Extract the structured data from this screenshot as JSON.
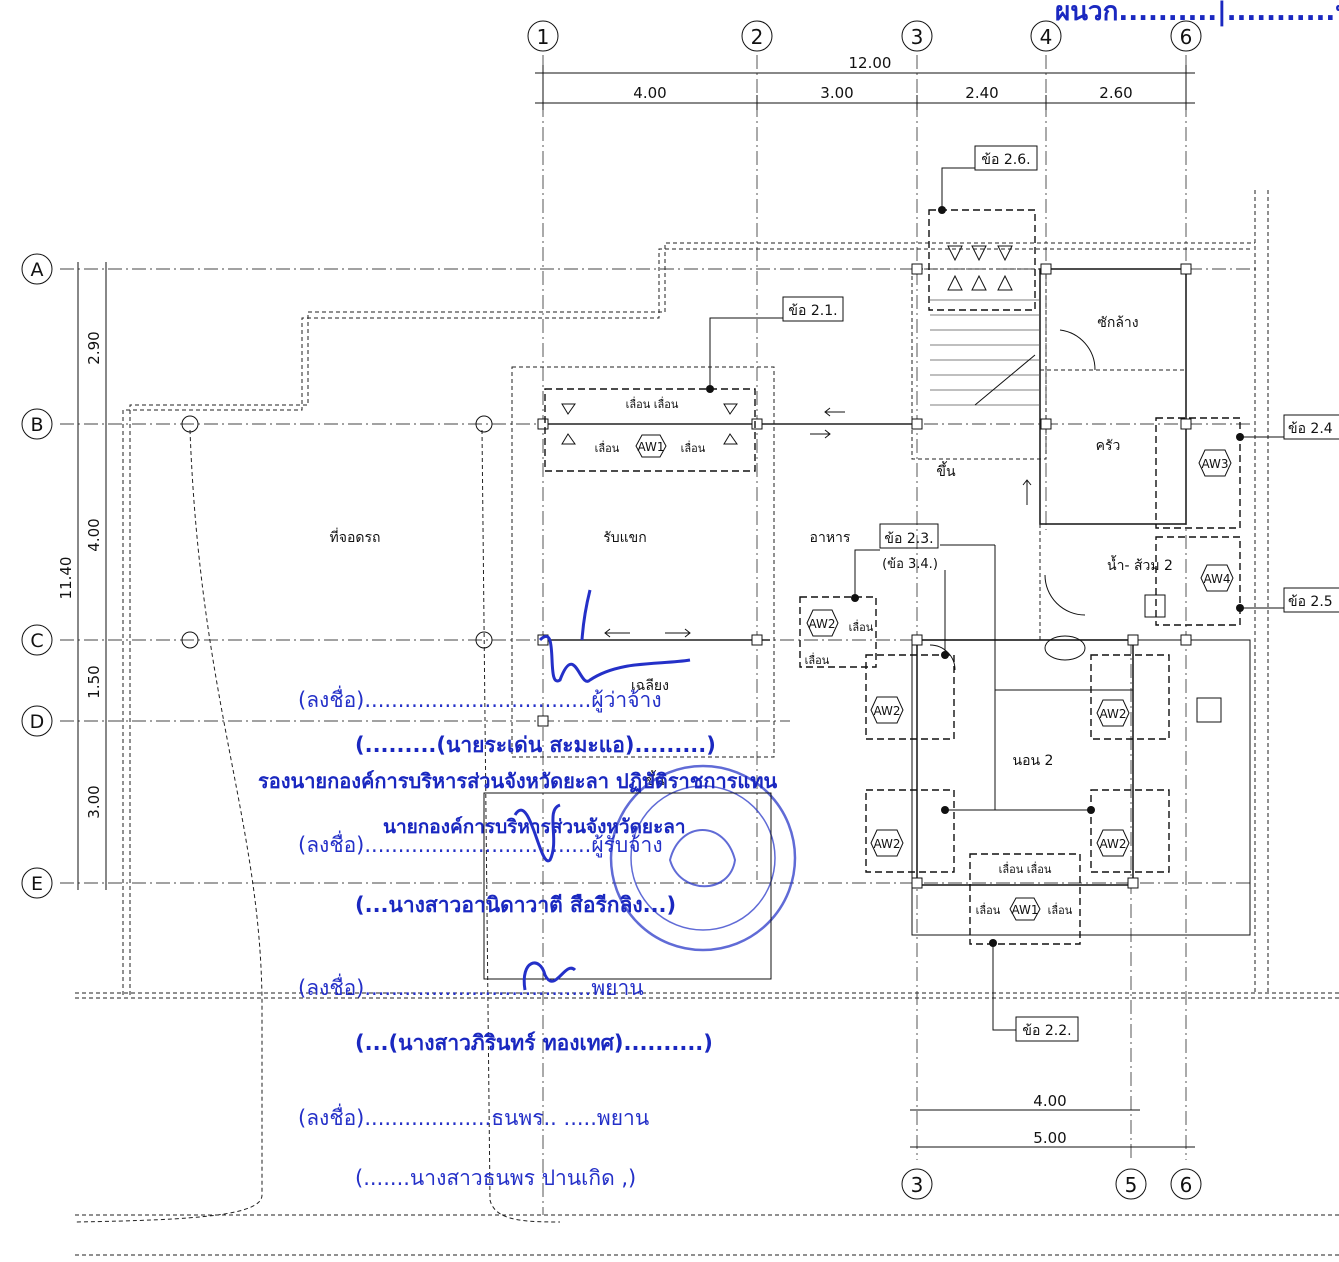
{
  "header": {
    "text": "ผนวก..........|...........หน้า"
  },
  "grid": {
    "columns_top": [
      "1",
      "2",
      "3",
      "4",
      "6"
    ],
    "columns_bottom": [
      "3",
      "5",
      "6"
    ],
    "rows": [
      "A",
      "B",
      "C",
      "D",
      "E"
    ]
  },
  "dimensions": {
    "top_total": "12.00",
    "top_segments": [
      "4.00",
      "3.00",
      "2.40",
      "2.60"
    ],
    "left_total": "11.40",
    "left_segments": [
      "2.90",
      "4.00",
      "1.50",
      "3.00"
    ],
    "bottom": [
      "4.00",
      "5.00"
    ]
  },
  "rooms": {
    "parking": "ที่จอดรถ",
    "living": "รับแขก",
    "dining": "อาหาร",
    "laundry": "ซักล้าง",
    "kitchen": "ครัว",
    "bath": "น้ำ- ส้วม 2",
    "porch": "เฉลียง",
    "bedroom": "นอน 2",
    "stair_up": "ขึ้น",
    "stair_up2": "ขึ้น"
  },
  "callouts": [
    "ข้อ 2.6.",
    "ข้อ 2.1.",
    "ข้อ 2.3.",
    "(ข้อ 3.4.)",
    "ข้อ 2.4",
    "ข้อ 2.5",
    "ข้อ 2.2."
  ],
  "window_tags": [
    "AW1",
    "AW2",
    "AW3",
    "AW4"
  ],
  "window_labels": {
    "slide": "เลื่อน",
    "slide_pair": "เลื่อน เลื่อน"
  },
  "signatures": [
    {
      "sign": "(ลงชื่อ)..................................ผู้ว่าจ้าง",
      "name": "(.........(นายระเด่น สะมะแอ).........)",
      "title": "รองนายกองค์การบริหารส่วนจังหวัดยะลา ปฏิบัติราชการแทน"
    },
    {
      "sign": "(ลงชื่อ)..................................ผู้รับจ้าง",
      "title": "นายกองค์การบริหารส่วนจังหวัดยะลา",
      "name": "(...นางสาวอานิดาวาตี สือรีกลิง...)"
    },
    {
      "sign": "(ลงชื่อ)..................................พยาน",
      "name": "(...(นางสาวภิรินทร์ ทองเทศ)..........)"
    },
    {
      "sign": "(ลงชื่อ)...................ธนพร.. .....พยาน",
      "name": "(.......นางสาวธนพร ปานเกิด ,)"
    }
  ],
  "colors": {
    "ink": "#111111",
    "stamp_blue": "#2430c8"
  }
}
